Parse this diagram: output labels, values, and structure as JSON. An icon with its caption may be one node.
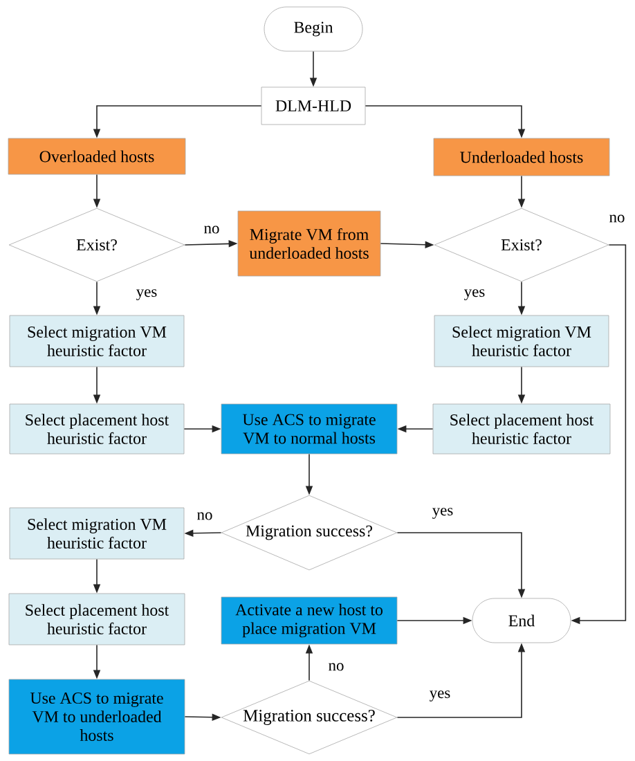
{
  "diagram": {
    "nodes": [
      {
        "text": [
          "Begin"
        ]
      },
      {
        "text": [
          "DLM-HLD"
        ]
      },
      {
        "text": [
          "Overloaded hosts"
        ]
      },
      {
        "text": [
          "Underloaded hosts"
        ]
      },
      {
        "text": [
          "Exist?"
        ]
      },
      {
        "text": [
          "Migrate VM from underloaded hosts"
        ]
      },
      {
        "text": [
          "Exist?"
        ]
      },
      {
        "text": [
          "Select migration VM heuristic factor"
        ]
      },
      {
        "text": [
          "Select migration VM heuristic factor"
        ]
      },
      {
        "text": [
          "Select placement host heuristic factor"
        ]
      },
      {
        "text": [
          "Use ACS to migrate VM to normal hosts"
        ]
      },
      {
        "text": [
          "Select placement host heuristic factor"
        ]
      },
      {
        "text": [
          "Select migration VM heuristic factor"
        ]
      },
      {
        "text": [
          "Migration success?"
        ]
      },
      {
        "text": [
          "Select placement host heuristic factor"
        ]
      },
      {
        "text": [
          "Activate a new host to place migration VM"
        ]
      },
      {
        "text": [
          "End"
        ]
      },
      {
        "text": [
          "Use ACS to migrate VM to underloaded hosts"
        ]
      },
      {
        "text": [
          "Migration success?"
        ]
      }
    ],
    "edges": [
      {
        "from": 0,
        "to": 1,
        "arrow": "to"
      },
      {
        "from": 1,
        "to": 2,
        "arrow": "to"
      },
      {
        "from": 1,
        "to": 3,
        "arrow": "to"
      },
      {
        "from": 2,
        "to": 4,
        "arrow": "to"
      },
      {
        "from": 3,
        "to": 6,
        "arrow": "to"
      },
      {
        "from": 4,
        "to": 5,
        "arrow": "to",
        "label": "no"
      },
      {
        "from": 5,
        "to": 6,
        "arrow": "to"
      },
      {
        "from": 4,
        "to": 7,
        "arrow": "to",
        "label": "yes"
      },
      {
        "from": 6,
        "to": 8,
        "arrow": "to",
        "label": "yes"
      },
      {
        "from": 6,
        "to": 16,
        "arrow": "to",
        "label": "no"
      },
      {
        "from": 7,
        "to": 9,
        "arrow": "to"
      },
      {
        "from": 8,
        "to": 11,
        "arrow": "to"
      },
      {
        "from": 9,
        "to": 10,
        "arrow": "to"
      },
      {
        "from": 11,
        "to": 10,
        "arrow": "to"
      },
      {
        "from": 10,
        "to": 13,
        "arrow": "to"
      },
      {
        "from": 13,
        "to": 12,
        "arrow": "to",
        "label": "no"
      },
      {
        "from": 13,
        "to": 16,
        "arrow": "to",
        "label": "yes"
      },
      {
        "from": 12,
        "to": 14,
        "arrow": "to"
      },
      {
        "from": 14,
        "to": 17,
        "arrow": "to"
      },
      {
        "from": 17,
        "to": 18,
        "arrow": "to"
      },
      {
        "from": 18,
        "to": 15,
        "arrow": "to",
        "label": "no"
      },
      {
        "from": 18,
        "to": 16,
        "arrow": "to",
        "label": "yes"
      },
      {
        "from": 15,
        "to": 16,
        "arrow": "to"
      }
    ]
  }
}
